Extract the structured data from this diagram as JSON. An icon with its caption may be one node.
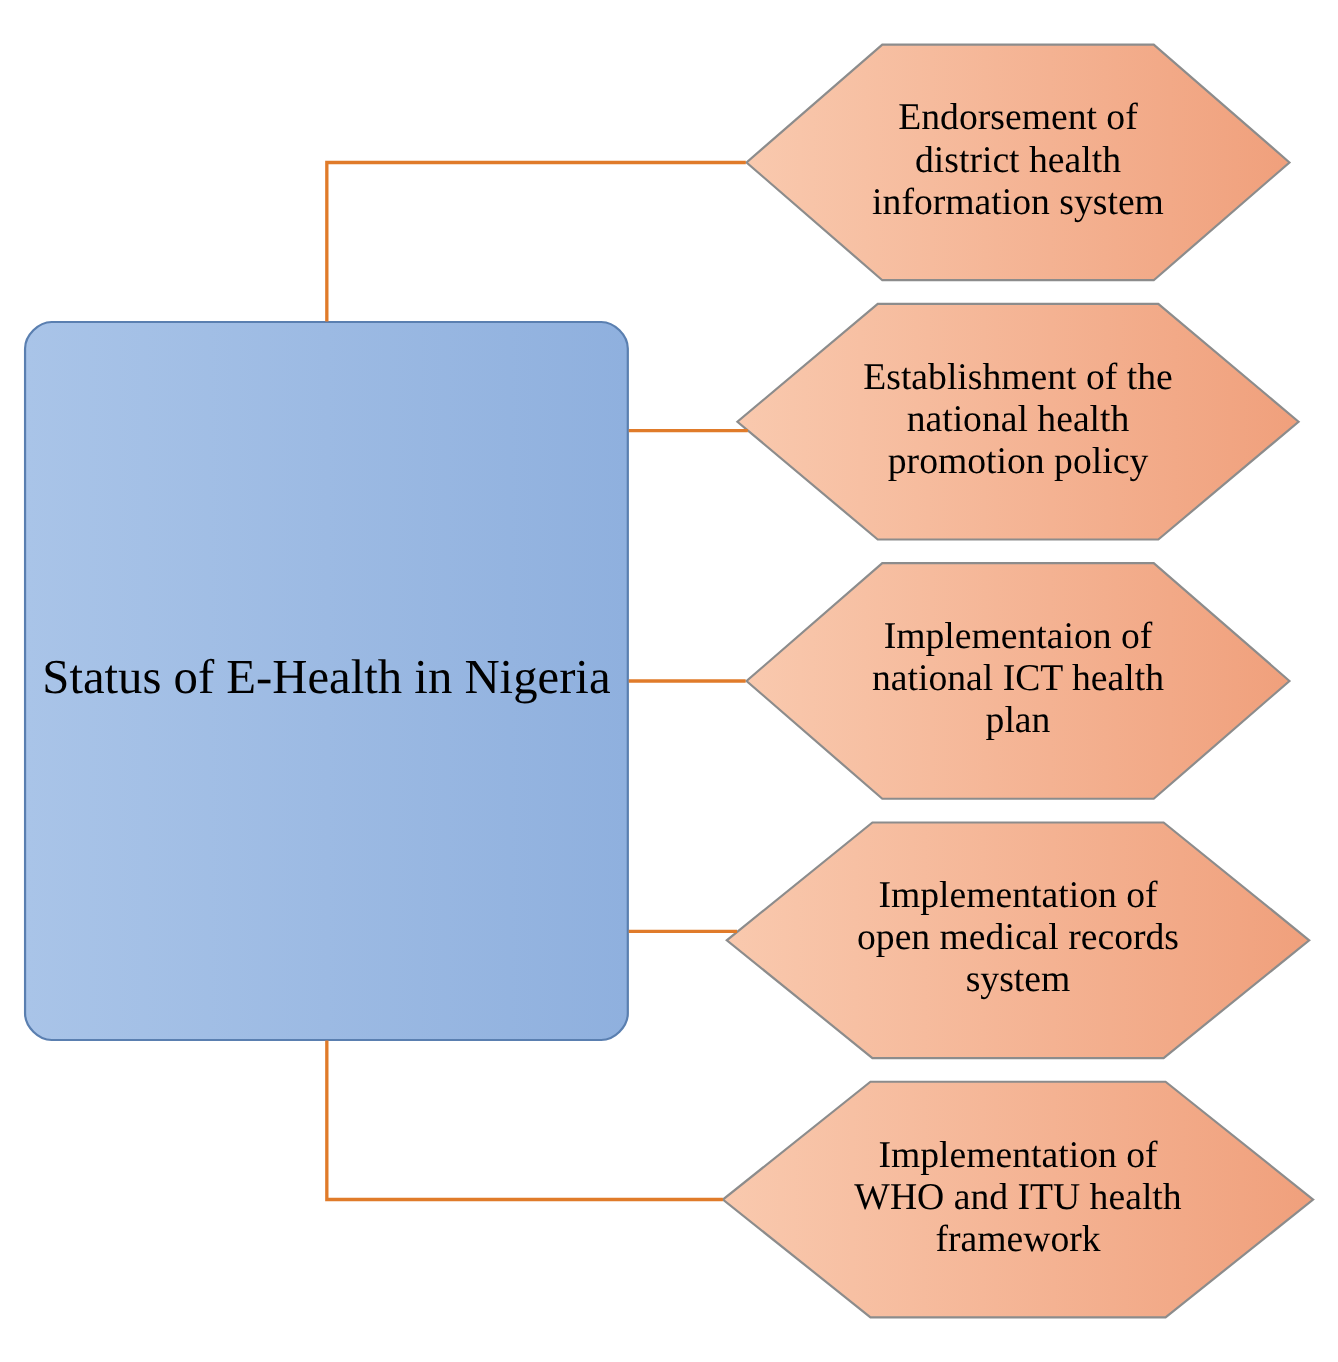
{
  "diagram": {
    "nodes": [
      {
        "text": [
          "Status of E-Health in Nigeria"
        ]
      },
      {
        "text": [
          "Endorsement of district health information system"
        ]
      },
      {
        "text": [
          "Establishment of the national health promotion policy"
        ]
      },
      {
        "text": [
          "Implementaion of national ICT health plan"
        ]
      },
      {
        "text": [
          "Implementation of open medical records system"
        ]
      },
      {
        "text": [
          "Implementation of WHO and ITU health framework"
        ]
      }
    ],
    "edges": [
      {
        "from": 0,
        "to": 1,
        "arrow": "none"
      },
      {
        "from": 0,
        "to": 2,
        "arrow": "none"
      },
      {
        "from": 0,
        "to": 3,
        "arrow": "none"
      },
      {
        "from": 0,
        "to": 4,
        "arrow": "none"
      },
      {
        "from": 0,
        "to": 5,
        "arrow": "none"
      }
    ]
  }
}
